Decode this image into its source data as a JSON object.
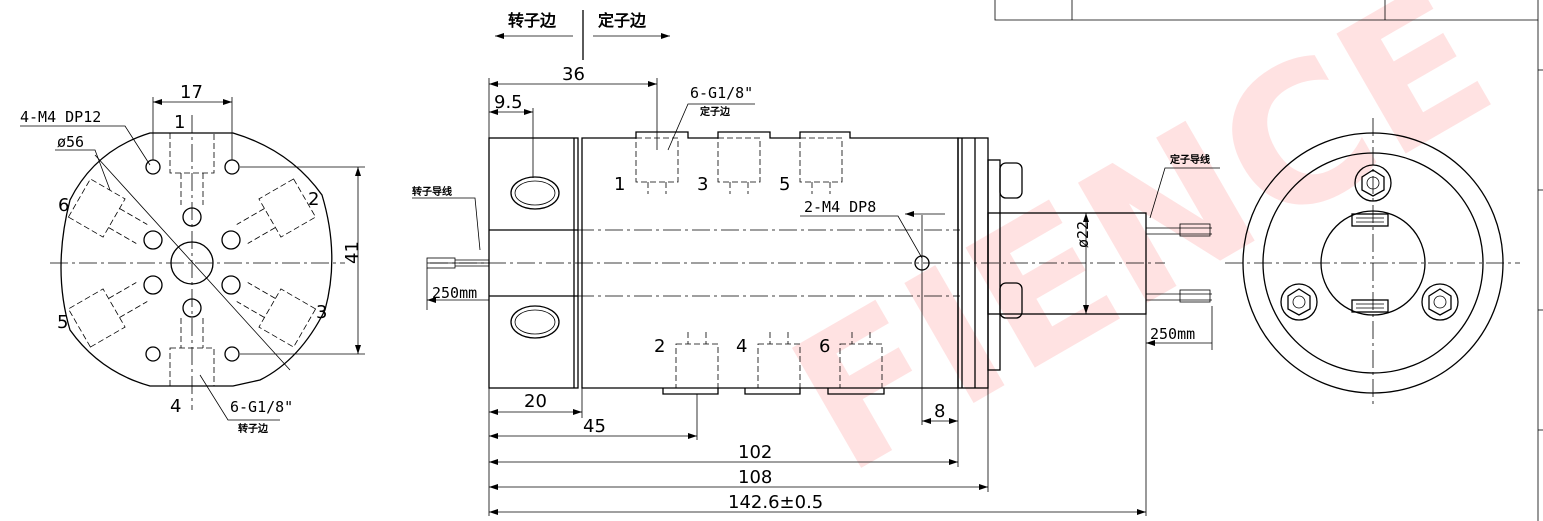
{
  "watermark": {
    "text": "FIENCE"
  },
  "header": {
    "rotor_side": "转子边",
    "stator_side": "定子边"
  },
  "left_view": {
    "dim_top": "17",
    "callout_holes": "4-M4  DP12",
    "callout_diameter": "ø56",
    "dim_height": "41",
    "port_numbers": [
      "1",
      "2",
      "3",
      "4",
      "5",
      "6"
    ],
    "bottom_callout": "6-G1/8\"",
    "bottom_callout_sub": "转子边"
  },
  "side_view": {
    "dim_36": "36",
    "dim_9_5": "9.5",
    "top_callout": "6-G1/8\"",
    "top_callout_sub": "定子边",
    "top_ports": [
      "1",
      "3",
      "5"
    ],
    "bottom_ports": [
      "2",
      "4",
      "6"
    ],
    "callout_m4": "2-M4  DP8",
    "rotor_lead_label": "转子导线",
    "stator_lead_label": "定子导线",
    "left_lead_length": "250mm",
    "right_lead_length": "250mm",
    "dia_22": "ø22",
    "dim_20": "20",
    "dim_45": "45",
    "dim_8": "8",
    "dim_102": "102",
    "dim_108": "108",
    "dim_total": "142.6±0.5"
  }
}
